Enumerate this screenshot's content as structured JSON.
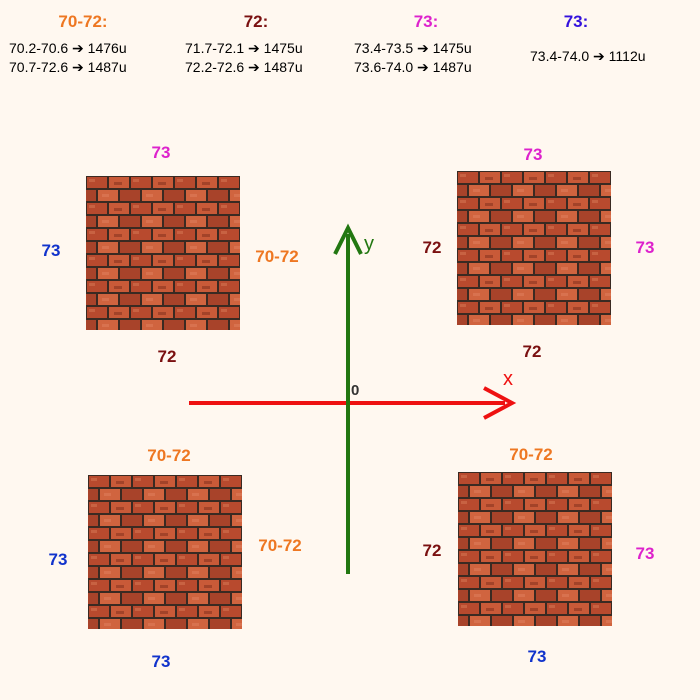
{
  "legend": [
    {
      "heading": "70-72:",
      "color": "#ee7722",
      "lines": [
        "70.2-70.6 ➔ 1476u",
        "70.7-72.6 ➔ 1487u"
      ]
    },
    {
      "heading": "72:",
      "color": "#7a1010",
      "lines": [
        "71.7-72.1 ➔ 1475u",
        "72.2-72.6 ➔ 1487u"
      ]
    },
    {
      "heading": "73:",
      "color": "#dd22cc",
      "lines": [
        "73.4-73.5 ➔ 1475u",
        "73.6-74.0 ➔ 1487u"
      ]
    },
    {
      "heading": "73:",
      "color": "#3311dd",
      "lines": [
        "73.4-74.0 ➔ 1112u"
      ]
    }
  ],
  "axes": {
    "x_label": "x",
    "y_label": "y",
    "origin_label": "0",
    "x_color": "#ee1111",
    "y_color": "#227711"
  },
  "colors": {
    "orange": "#ee7722",
    "maroon": "#7a1010",
    "magenta": "#dd22cc",
    "blue": "#1133cc"
  },
  "tiles": {
    "top_left": {
      "top": "73",
      "left": "73",
      "right": "70-72",
      "bottom": "72"
    },
    "top_right": {
      "top": "73",
      "left": "72",
      "right": "73",
      "bottom": "72"
    },
    "bottom_left": {
      "top": "70-72",
      "left": "73",
      "right": "70-72",
      "bottom": "73"
    },
    "bottom_right": {
      "top": "70-72",
      "left": "72",
      "right": "73",
      "bottom": "73"
    }
  }
}
